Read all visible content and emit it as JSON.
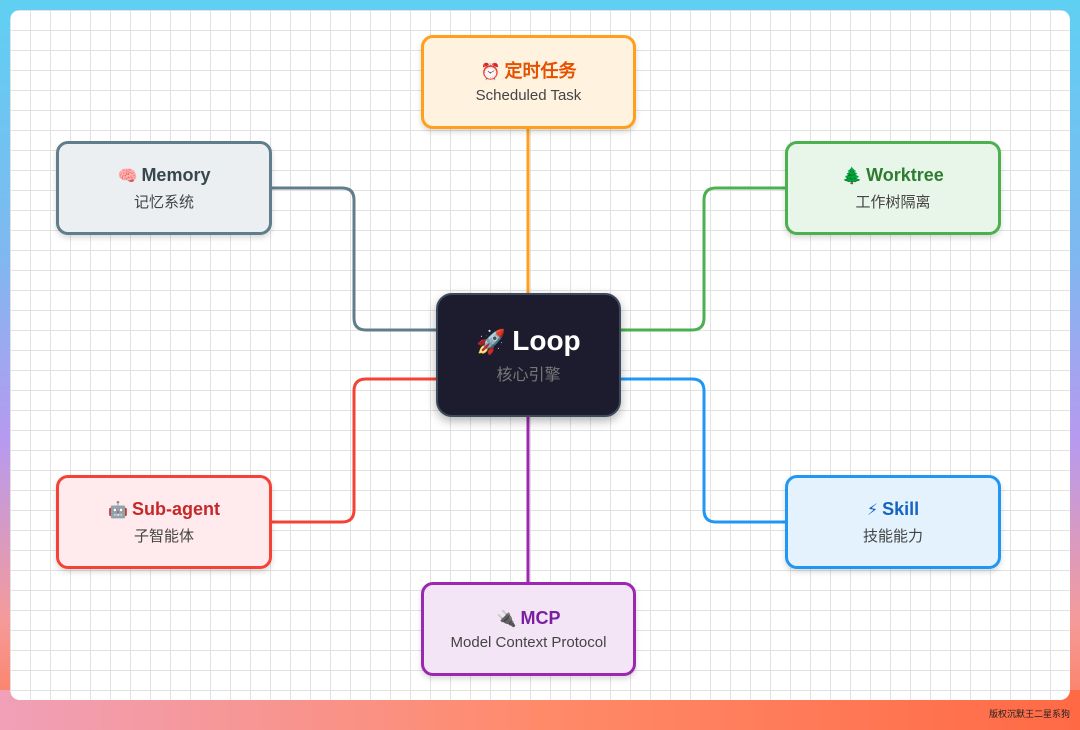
{
  "center": {
    "icon": "rocket-icon",
    "emoji": "🚀",
    "title": "Loop",
    "subtitle": "核心引擎"
  },
  "nodes": {
    "scheduled": {
      "icon": "alarm-clock-icon",
      "emoji": "⏰",
      "title": "定时任务",
      "subtitle": "Scheduled Task",
      "color": "#ff9f1c",
      "bg": "#fff3e0",
      "title_color": "#e65100"
    },
    "memory": {
      "icon": "brain-icon",
      "emoji": "🧠",
      "title": "Memory",
      "subtitle": "记忆系统",
      "color": "#607d8b",
      "bg": "#eceff1",
      "title_color": "#37474f"
    },
    "worktree": {
      "icon": "tree-icon",
      "emoji": "🌲",
      "title": "Worktree",
      "subtitle": "工作树隔离",
      "color": "#4caf50",
      "bg": "#e8f5e9",
      "title_color": "#2e7d32"
    },
    "subagent": {
      "icon": "robot-icon",
      "emoji": "🤖",
      "title": "Sub-agent",
      "subtitle": "子智能体",
      "color": "#f44336",
      "bg": "#ffebee",
      "title_color": "#c62828"
    },
    "skill": {
      "icon": "lightning-icon",
      "emoji": "⚡",
      "title": "Skill",
      "subtitle": "技能能力",
      "color": "#2196f3",
      "bg": "#e3f2fd",
      "title_color": "#1565c0"
    },
    "mcp": {
      "icon": "plug-icon",
      "emoji": "🔌",
      "title": "MCP",
      "subtitle": "Model Context Protocol",
      "color": "#9c27b0",
      "bg": "#f3e5f5",
      "title_color": "#7b1fa2"
    }
  },
  "watermark": "版权沉默王二星系狗"
}
